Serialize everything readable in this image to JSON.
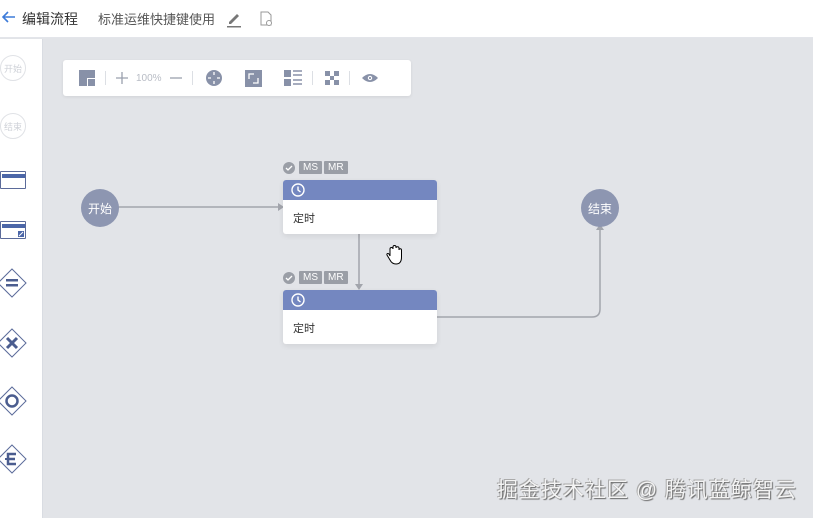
{
  "header": {
    "back_icon": "arrow-left-icon",
    "title": "编辑流程",
    "flow_name": "标准运维快捷键使用",
    "edit_icon": "pencil-icon",
    "settings_icon": "document-settings-icon"
  },
  "sidebar": {
    "items": [
      {
        "type": "start-event",
        "label": "开始"
      },
      {
        "type": "end-event",
        "label": "结束"
      },
      {
        "type": "task",
        "label": ""
      },
      {
        "type": "subprocess",
        "label": ""
      },
      {
        "type": "parallel-gateway",
        "symbol": "="
      },
      {
        "type": "exclusive-gateway",
        "symbol": "×"
      },
      {
        "type": "inclusive-gateway",
        "symbol": "O"
      },
      {
        "type": "conditional-parallel-gateway",
        "symbol": "E"
      }
    ]
  },
  "toolbar": {
    "zoom_level": "100%",
    "zoom_in": "+",
    "zoom_out": "−",
    "buttons": [
      "node-panel-icon",
      "zoom-in-icon",
      "zoom-out-icon",
      "reset-position-icon",
      "fullscreen-icon",
      "format-layout-icon",
      "node-select-icon",
      "preview-icon"
    ]
  },
  "canvas": {
    "start_node": {
      "label": "开始"
    },
    "end_node": {
      "label": "结束"
    },
    "tasks": [
      {
        "label": "定时",
        "icon": "clock-icon",
        "badges": [
          "MS",
          "MR"
        ]
      },
      {
        "label": "定时",
        "icon": "clock-icon",
        "badges": [
          "MS",
          "MR"
        ]
      }
    ]
  },
  "colors": {
    "accent": "#3d7bd9",
    "node_gray": "#8d96b1",
    "task_header": "#7487c0",
    "canvas_bg": "#e2e4e8",
    "edge": "#a2a5ac"
  },
  "watermark": "掘金技术社区 @ 腾讯蓝鲸智云"
}
